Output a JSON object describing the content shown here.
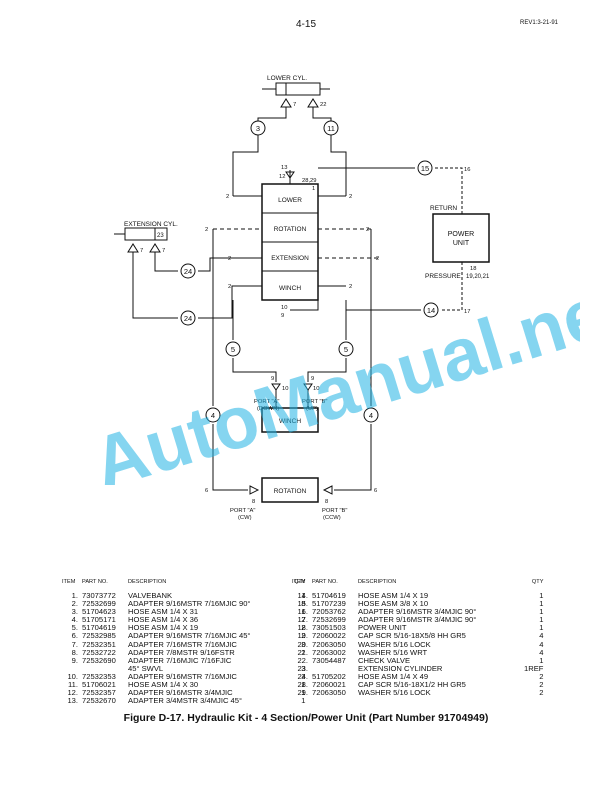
{
  "header": {
    "page_number": "4-15",
    "revision": "REV1:3-21-91"
  },
  "diagram": {
    "lower_cyl": "LOWER CYL.",
    "extension_cyl": "EXTENSION CYL.",
    "extension_cyl_item": "23",
    "valve_sections": [
      "LOWER",
      "ROTATION",
      "EXTENSION",
      "WINCH"
    ],
    "valve_top_items": "28,29",
    "power_unit_line1": "POWER",
    "power_unit_line2": "UNIT",
    "return_label": "RETURN",
    "pressure_label": "PRESSURE",
    "pressure_items": "19,20,21",
    "power_item": "18",
    "winch": "WINCH",
    "rotation": "ROTATION",
    "winch_port_a": "PORT \"A\"",
    "winch_port_a_dir": "(DOWN)",
    "winch_port_b": "PORT \"B\"",
    "winch_port_b_dir": "(UP)",
    "rot_port_a": "PORT \"A\"",
    "rot_port_a_dir": "(CW)",
    "rot_port_b": "PORT \"B\"",
    "rot_port_b_dir": "(CCW)",
    "balloons": [
      "3",
      "11",
      "15",
      "24",
      "24",
      "14",
      "5",
      "5",
      "4",
      "4"
    ],
    "small_labels": {
      "lc_left": "7",
      "lc_right": "22",
      "ec_left": "7",
      "ec_right": "7",
      "n13": "13",
      "n12": "12",
      "n16": "16",
      "n17": "17",
      "n10": "10",
      "n9": "9",
      "w9a": "9",
      "w10a": "10",
      "w9b": "9",
      "w10b": "10",
      "r6a": "6",
      "r8a": "8",
      "r6b": "6",
      "r8b": "8",
      "two": "2",
      "six": "6",
      "one": "1"
    }
  },
  "watermark": "AutoManual.net",
  "parts_table": {
    "headers": {
      "item": "ITEM",
      "part_no": "PART NO.",
      "description": "DESCRIPTION",
      "qty": "QTY"
    },
    "left": [
      {
        "item": "1.",
        "part_no": "73073772",
        "description": "VALVEBANK",
        "qty": "1"
      },
      {
        "item": "2.",
        "part_no": "72532699",
        "description": "ADAPTER 9/16MSTR 7/16MJIC 90°",
        "qty": "8"
      },
      {
        "item": "3.",
        "part_no": "51704623",
        "description": "HOSE ASM 1/4 X 31",
        "qty": "1"
      },
      {
        "item": "4.",
        "part_no": "51705171",
        "description": "HOSE ASM 1/4 X 36",
        "qty": "2"
      },
      {
        "item": "5.",
        "part_no": "51704619",
        "description": "HOSE ASM 1/4 X 19",
        "qty": "2"
      },
      {
        "item": "6.",
        "part_no": "72532985",
        "description": "ADAPTER 9/16MSTR 7/16MJIC 45°",
        "qty": "2"
      },
      {
        "item": "7.",
        "part_no": "72532351",
        "description": "ADAPTER 7/16MSTR 7/16MJIC",
        "qty": "3"
      },
      {
        "item": "8.",
        "part_no": "72532722",
        "description": "ADAPTER 7/8MSTR 9/16FSTR",
        "qty": "2"
      },
      {
        "item": "9.",
        "part_no": "72532690",
        "description": "ADAPTER 7/16MJIC 7/16FJIC",
        "qty": ""
      },
      {
        "item": "",
        "part_no": "",
        "description": "45° SWVL",
        "qty": "3"
      },
      {
        "item": "10.",
        "part_no": "72532353",
        "description": "ADAPTER 9/16MSTR 7/16MJIC",
        "qty": "3"
      },
      {
        "item": "11.",
        "part_no": "51706021",
        "description": "HOSE ASM 1/4 X 30",
        "qty": "1"
      },
      {
        "item": "12.",
        "part_no": "72532357",
        "description": "ADAPTER 9/16MSTR 3/4MJIC",
        "qty": "1"
      },
      {
        "item": "13.",
        "part_no": "72532670",
        "description": "ADAPTER 3/4MSTR 3/4MJIC 45°",
        "qty": "1"
      }
    ],
    "right": [
      {
        "item": "14.",
        "part_no": "51704619",
        "description": "HOSE ASM 1/4 X 19",
        "qty": "1"
      },
      {
        "item": "15.",
        "part_no": "51707239",
        "description": "HOSE ASM 3/8 X 10",
        "qty": "1"
      },
      {
        "item": "16.",
        "part_no": "72053762",
        "description": "ADAPTER 9/16MSTR 3/4MJIC 90°",
        "qty": "1"
      },
      {
        "item": "17.",
        "part_no": "72532699",
        "description": "ADAPTER 9/16MSTR 3/4MJIC 90°",
        "qty": "1"
      },
      {
        "item": "18.",
        "part_no": "73051503",
        "description": "POWER UNIT",
        "qty": "1"
      },
      {
        "item": "19.",
        "part_no": "72060022",
        "description": "CAP SCR 5/16-18X5/8 HH GR5",
        "qty": "4"
      },
      {
        "item": "20.",
        "part_no": "72063050",
        "description": "WASHER 5/16 LOCK",
        "qty": "4"
      },
      {
        "item": "21.",
        "part_no": "72063002",
        "description": "WASHER 5/16 WRT",
        "qty": "4"
      },
      {
        "item": "22.",
        "part_no": "73054487",
        "description": "CHECK VALVE",
        "qty": "1"
      },
      {
        "item": "23.",
        "part_no": "",
        "description": "EXTENSION CYLINDER",
        "qty": "1REF"
      },
      {
        "item": "24.",
        "part_no": "51705202",
        "description": "HOSE ASM 1/4 X 49",
        "qty": "2"
      },
      {
        "item": "28.",
        "part_no": "72060021",
        "description": "CAP SCR 5/16-18X1/2 HH GR5",
        "qty": "2"
      },
      {
        "item": "29.",
        "part_no": "72063050",
        "description": "WASHER 5/16 LOCK",
        "qty": "2"
      }
    ]
  },
  "caption": "Figure D-17.  Hydraulic Kit - 4 Section/Power Unit (Part Number 91704949)"
}
